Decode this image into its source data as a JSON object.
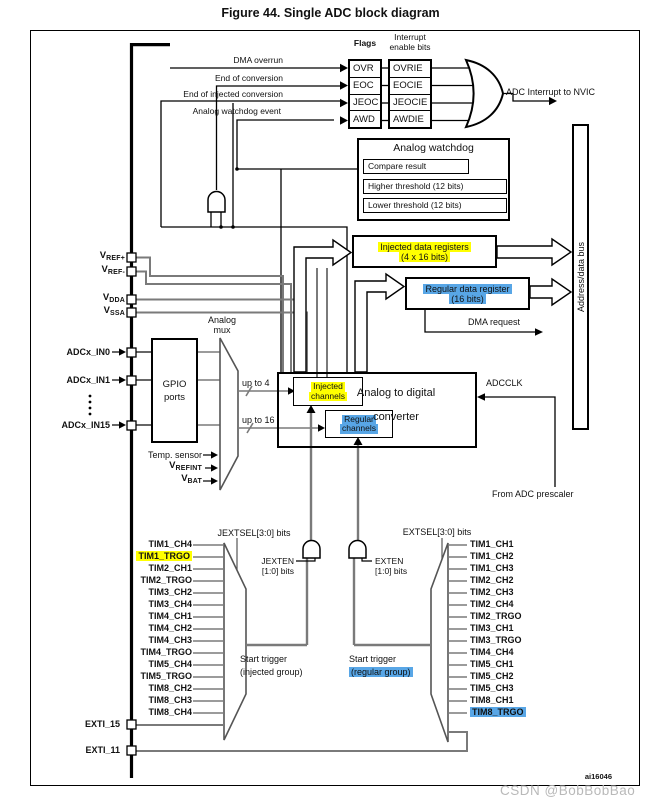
{
  "figure": {
    "title": "Figure 44. Single ADC block diagram",
    "id_label": "ai16046",
    "watermark": "CSDN @BobBobBao"
  },
  "colors": {
    "highlight_yellow": "#ffff00",
    "highlight_blue": "#58a6e6",
    "wire_gray": "#7a7a7a"
  },
  "interrupts": {
    "flags_title": "Flags",
    "enable_title_1": "Interrupt",
    "enable_title_2": "enable bits",
    "flags": [
      "OVR",
      "EOC",
      "JEOC",
      "AWD"
    ],
    "enables": [
      "OVRIE",
      "EOCIE",
      "JEOCIE",
      "AWDIE"
    ],
    "sources": [
      "DMA overrun",
      "End of conversion",
      "End of injected conversion",
      "Analog watchdog event"
    ],
    "nvic": "ADC Interrupt to NVIC"
  },
  "watchdog": {
    "title": "Analog watchdog",
    "compare": "Compare result",
    "higher": "Higher threshold (12 bits)",
    "lower": "Lower threshold (12 bits)"
  },
  "registers": {
    "injected_line1": "Injected data registers",
    "injected_line2": "(4 x 16 bits)",
    "regular_line1": "Regular data register",
    "regular_line2": "(16 bits)"
  },
  "bus": {
    "label": "Address/data bus",
    "dma": "DMA request"
  },
  "adc": {
    "block_line1": "Analog to digital",
    "block_line2": "converter",
    "injected_line1": "Injected",
    "injected_line2": "channels",
    "regular_line1": "Regular",
    "regular_line2": "channels",
    "clock": "ADCCLK",
    "prescaler": "From ADC prescaler",
    "up4": "up to 4",
    "up16": "up to 16"
  },
  "inputs": {
    "vrefp": {
      "b": "V",
      "s": "REF+"
    },
    "vrefm": {
      "b": "V",
      "s": "REF-"
    },
    "vdda": {
      "b": "V",
      "s": "DDA"
    },
    "vssa": {
      "b": "V",
      "s": "SSA"
    },
    "in0": "ADCx_IN0",
    "in1": "ADCx_IN1",
    "in15": "ADCx_IN15",
    "gpio_line1": "GPIO",
    "gpio_line2": "ports",
    "mux_line1": "Analog",
    "mux_line2": "mux",
    "temp": "Temp. sensor",
    "vrefint": {
      "b": "V",
      "s": "REFINT"
    },
    "vbat": {
      "b": "V",
      "s": "BAT"
    },
    "exti15": "EXTI_15",
    "exti11": "EXTI_11"
  },
  "triggers": {
    "injected": {
      "sel": "JEXTSEL[3:0] bits",
      "en1": "JEXTEN",
      "en2": "[1:0] bits",
      "start1": "Start trigger",
      "start2": "(injected group)",
      "items": [
        "TIM1_CH4",
        "TIM1_TRGO",
        "TIM2_CH1",
        "TIM2_TRGO",
        "TIM3_CH2",
        "TIM3_CH4",
        "TIM4_CH1",
        "TIM4_CH2",
        "TIM4_CH3",
        "TIM4_TRGO",
        "TIM5_CH4",
        "TIM5_TRGO",
        "TIM8_CH2",
        "TIM8_CH3",
        "TIM8_CH4"
      ]
    },
    "regular": {
      "sel": "EXTSEL[3:0] bits",
      "en1": "EXTEN",
      "en2": "[1:0] bits",
      "start1": "Start trigger",
      "start2": "(regular group)",
      "items": [
        "TIM1_CH1",
        "TIM1_CH2",
        "TIM1_CH3",
        "TIM2_CH2",
        "TIM2_CH3",
        "TIM2_CH4",
        "TIM2_TRGO",
        "TIM3_CH1",
        "TIM3_TRGO",
        "TIM4_CH4",
        "TIM5_CH1",
        "TIM5_CH2",
        "TIM5_CH3",
        "TIM8_CH1",
        "TIM8_TRGO"
      ]
    }
  }
}
